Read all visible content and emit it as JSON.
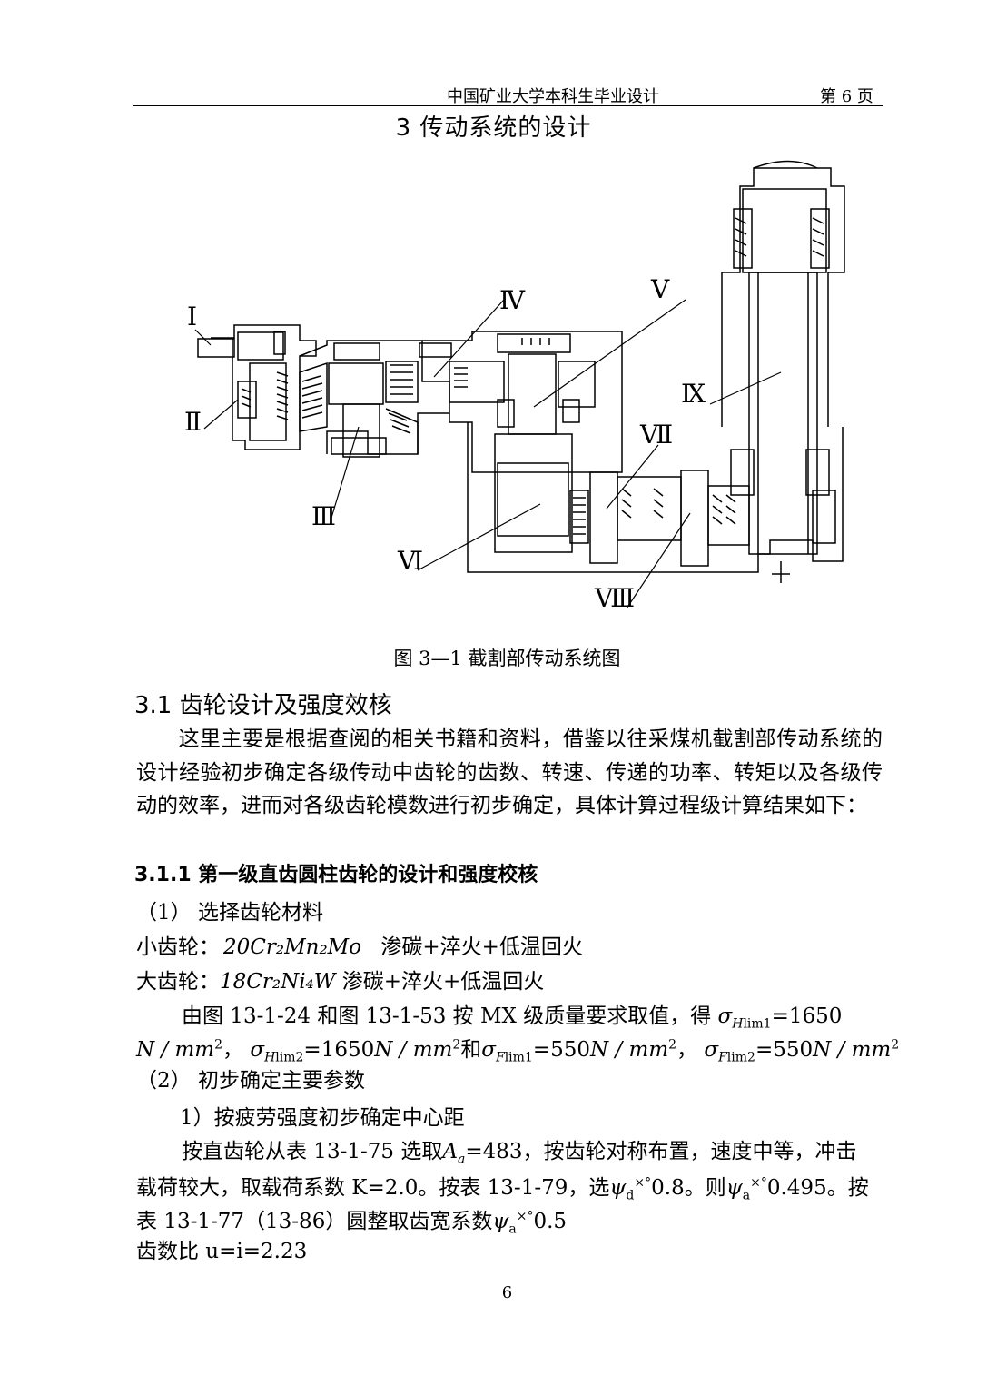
{
  "header": {
    "title": "中国矿业大学本科生毕业设计",
    "page_label": "第 6 页"
  },
  "chapter_title": "3 传动系统的设计",
  "figure": {
    "labels": [
      "Ⅰ",
      "Ⅱ",
      "Ⅲ",
      "Ⅳ",
      "Ⅴ",
      "Ⅵ",
      "Ⅶ",
      "Ⅷ",
      "Ⅸ"
    ],
    "caption": "图 3—1  截割部传动系统图"
  },
  "section": {
    "title": "3.1  齿轮设计及强度效核"
  },
  "paragraph1": "这里主要是根据查阅的相关书籍和资料，借鉴以往采煤机截割部传动系统的设计经验初步确定各级传动中齿轮的齿数、转速、传递的功率、转矩以及各级传动的效率，进而对各级齿轮模数进行初步确定，具体计算过程级计算结果如下：",
  "subsection": {
    "title": "3.1.1 第一级直齿圆柱齿轮的设计和强度校核"
  },
  "item1": "（1）  选择齿轮材料",
  "pinion": {
    "label": "小齿轮：",
    "material": "20Cr₂Mn₂Mo",
    "treatment": "渗碳+淬火+低温回火"
  },
  "gear": {
    "label": "大齿轮：",
    "material": "18Cr₂Ni₄W",
    "treatment": "渗碳+淬火+低温回火"
  },
  "limits": {
    "intro": "由图 13-1-24 和图 13-1-53 按 MX 级质量要求取值，得",
    "sigma_hlim1": "=1650",
    "unit": "N / mm",
    "sigma_hlim2": "=1650",
    "and": "和",
    "sigma_flim1": "=550",
    "sigma_flim2": "=550"
  },
  "item2": "（2）  初步确定主要参数",
  "step1": "1）按疲劳强度初步确定中心距",
  "calc1": {
    "a": "按直齿轮从表 13-1-75 选取",
    "b": "=483，按齿轮对称布置，速度中等，冲击"
  },
  "calc2": {
    "a": "载荷较大，取载荷系数 K=2.0。按表 13-1-79，选",
    "b": "0.8。则",
    "c": "0.495。按"
  },
  "calc3": {
    "a": "表 13-1-77（13-86）圆整取齿宽系数",
    "b": "0.5"
  },
  "ratio": "齿数比 u=i=2.23",
  "page_number": "6"
}
